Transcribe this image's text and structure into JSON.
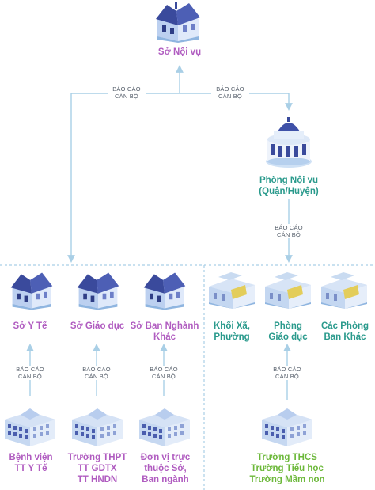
{
  "nodes": {
    "so_noi_vu": "Sở Nội vụ",
    "phong_noi_vu": [
      "Phòng Nội vụ",
      "(Quận/Huyện)"
    ],
    "so_y_te": "Sở Y Tế",
    "so_giao_duc": "Sở Giáo dục",
    "so_ban_nganh": [
      "Sở Ban Nghành",
      "Khác"
    ],
    "khoi_xa": [
      "Khối Xã,",
      "Phường"
    ],
    "phong_giao_duc": [
      "Phòng",
      "Giáo dục"
    ],
    "cac_phong_ban": [
      "Các Phòng",
      "Ban Khác"
    ],
    "benh_vien": [
      "Bệnh viện",
      "TT Y Tế"
    ],
    "truong_thpt": [
      "Trường THPT",
      "TT GDTX",
      "TT HNDN"
    ],
    "don_vi_truc": [
      "Đơn vị trực",
      "thuộc Sở,",
      "Ban ngành"
    ],
    "truong_thcs": [
      "Trường THCS",
      "Trường Tiểu học",
      "Trường Mầm non"
    ]
  },
  "edge_label": [
    "BÁO CÁO",
    "CÁN BỘ"
  ],
  "icons": {
    "government": "government-building-icon",
    "dome": "domed-building-icon",
    "office": "office-building-icon",
    "school": "school-building-icon"
  },
  "colors": {
    "purple": "#b05cc0",
    "teal": "#2a9a8c",
    "green": "#6cb83a",
    "line": "#a9cfe6"
  }
}
